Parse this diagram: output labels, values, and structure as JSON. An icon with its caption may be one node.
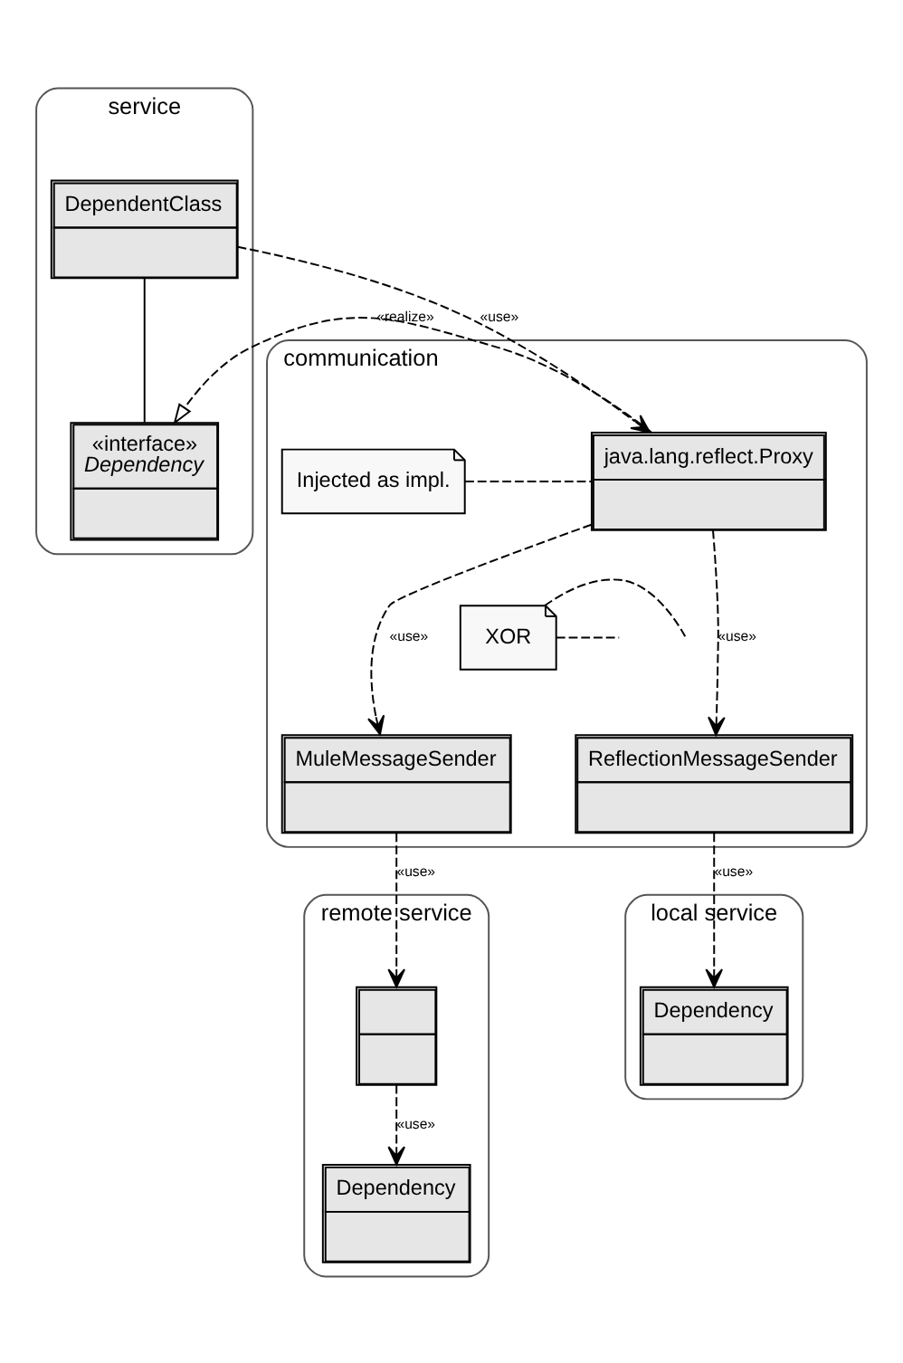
{
  "diagram": {
    "nodes": [
      {
        "text": [
          "service"
        ]
      },
      {
        "text": [
          "DependentClass"
        ],
        "in": 0
      },
      {
        "text": [
          "«interface»",
          "Dependency"
        ],
        "in": 0
      },
      {
        "text": [
          "communication"
        ]
      },
      {
        "text": [
          "Injected as impl."
        ],
        "in": 3
      },
      {
        "text": [
          "java.lang.reflect.Proxy"
        ],
        "in": 3
      },
      {
        "text": [
          "XOR"
        ],
        "in": 3
      },
      {
        "text": [
          "MuleMessageSender"
        ],
        "in": 3
      },
      {
        "text": [
          "ReflectionMessageSender"
        ],
        "in": 3
      },
      {
        "text": [
          "remote service"
        ]
      },
      {
        "text": [],
        "shape": "box",
        "in": 9
      },
      {
        "text": [
          "local service"
        ]
      },
      {
        "text": [
          "Dependency"
        ],
        "in": 11
      },
      {
        "text": [
          "Dependency"
        ],
        "in": 9
      }
    ],
    "edges": [
      {
        "from": 1,
        "to": 2,
        "arrow": "none"
      },
      {
        "from": 1,
        "to": 5,
        "arrow": "to",
        "label": "«use»",
        "style": "dashed"
      },
      {
        "from": 5,
        "to": 2,
        "arrow": "to",
        "label": "«realize»",
        "style": "dashed"
      },
      {
        "from": 4,
        "to": 5,
        "arrow": "none",
        "style": "dashed"
      },
      {
        "from": 5,
        "to": 7,
        "arrow": "to",
        "label": "«use»",
        "style": "dashed"
      },
      {
        "from": 5,
        "to": 8,
        "arrow": "to",
        "label": "«use»",
        "style": "dashed"
      },
      {
        "from": 6,
        "to": null,
        "arrow": "none",
        "style": "dashed"
      },
      {
        "from": 6,
        "to": null,
        "arrow": "none",
        "style": "dashed"
      },
      {
        "from": 7,
        "to": 10,
        "arrow": "to",
        "label": "«use»",
        "style": "dashed"
      },
      {
        "from": 8,
        "to": 12,
        "arrow": "to",
        "label": "«use»",
        "style": "dashed"
      },
      {
        "from": 10,
        "to": 13,
        "arrow": "to",
        "label": "«use»",
        "style": "dashed"
      }
    ]
  }
}
